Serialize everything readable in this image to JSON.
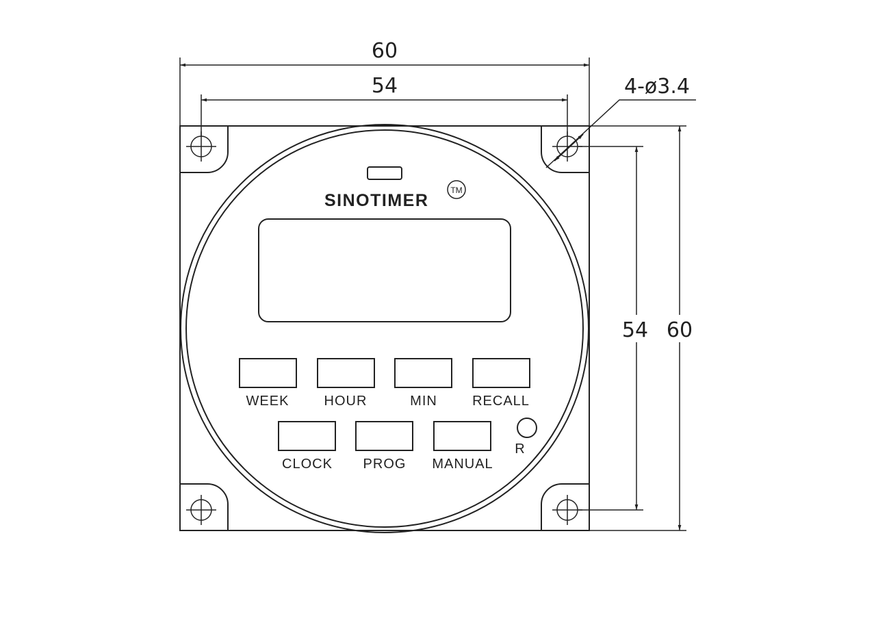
{
  "dimensions": {
    "overall_width": "60",
    "hole_spacing_width": "54",
    "hole_spacing_height": "54",
    "overall_height": "60",
    "hole_callout": "4-ø3.4"
  },
  "device": {
    "brand": "SINOTIMER",
    "trademark": "TM",
    "buttons_row1": [
      "WEEK",
      "HOUR",
      "MIN",
      "RECALL"
    ],
    "buttons_row2": [
      "CLOCK",
      "PROG",
      "MANUAL"
    ],
    "reset_label": "R"
  }
}
